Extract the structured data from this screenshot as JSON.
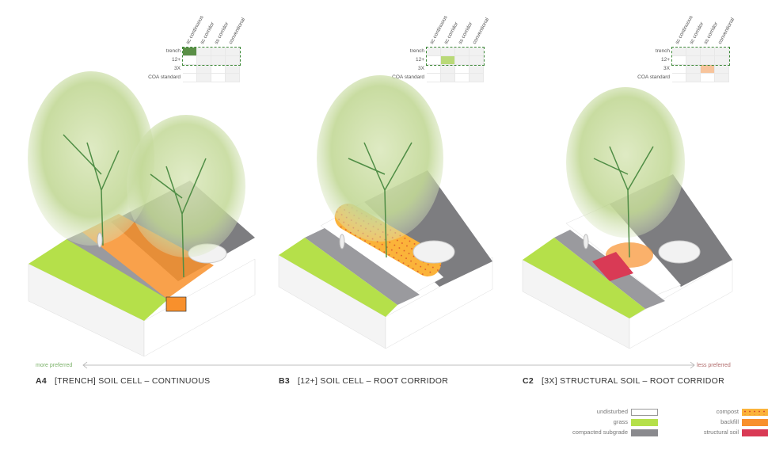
{
  "matrix": {
    "columns": [
      "sc continuous",
      "sc corridor",
      "ss corridor",
      "conventional"
    ],
    "rows": [
      "trench",
      "12+",
      "3X",
      "COA standard"
    ],
    "dashed_rows": [
      "trench",
      "12+"
    ],
    "outline_color": "#3f8a3a"
  },
  "panels": [
    {
      "code": "A4",
      "title": "[TRENCH]  SOIL CELL – CONTINUOUS",
      "highlight": {
        "row": "trench",
        "column": "sc continuous",
        "color": "#5a8f46"
      }
    },
    {
      "code": "B3",
      "title": "[12+] SOIL CELL – ROOT CORRIDOR",
      "highlight": {
        "row": "12+",
        "column": "sc corridor",
        "color": "#b9d978"
      }
    },
    {
      "code": "C2",
      "title": "[3X] STRUCTURAL SOIL – ROOT CORRIDOR",
      "highlight": {
        "row": "3X",
        "column": "ss corridor",
        "color": "#f7c49c"
      }
    }
  ],
  "preference_axis": {
    "left_label": "more preferred",
    "right_label": "less preferred",
    "left_color": "#7cb26a",
    "right_color": "#b06a6a"
  },
  "legend": [
    {
      "label": "undisturbed",
      "fill": "#ffffff",
      "border": "#999999"
    },
    {
      "label": "grass",
      "fill": "#b5e04a",
      "border": "#b5e04a"
    },
    {
      "label": "compacted subgrade",
      "fill": "#8a8a8e",
      "border": "#8a8a8e"
    },
    {
      "label": "compost",
      "fill": "#fbb33a",
      "border": "#fbb33a",
      "pattern": "dots"
    },
    {
      "label": "backfill",
      "fill": "#f8902c",
      "border": "#f8902c"
    },
    {
      "label": "structural soil",
      "fill": "#d93a55",
      "border": "#d93a55"
    }
  ],
  "colors": {
    "grass": "#b5e04a",
    "pavement": "#9a9a9e",
    "road": "#7d7d80",
    "block_side": "#ffffff",
    "foliage": "#c7dba0",
    "branch": "#4f8d45",
    "backfill": "#f8902c",
    "compost": "#fbb33a",
    "structural_soil": "#d93a55"
  }
}
